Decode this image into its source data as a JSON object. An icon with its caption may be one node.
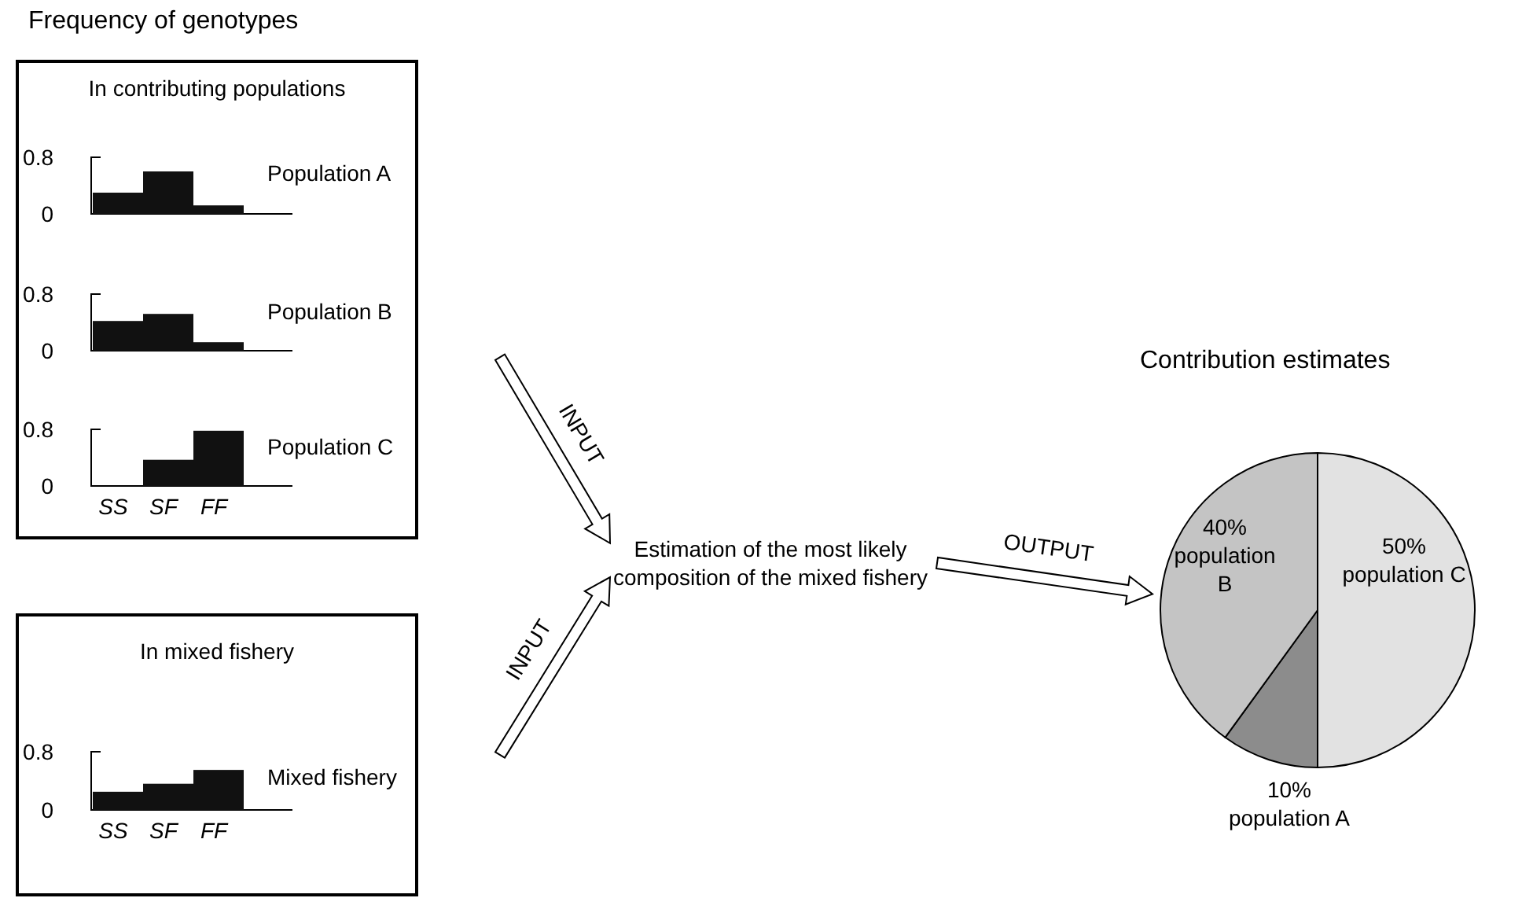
{
  "diagram": {
    "title": "Frequency of genotypes",
    "nodes": [
      {
        "text": [
          "In contributing populations",
          "0.8",
          "0",
          "Population A",
          "0.8",
          "0",
          "Population B",
          "0.8",
          "0",
          "Population C",
          "SS",
          "SF",
          "FF"
        ]
      },
      {
        "text": [
          "In mixed fishery",
          "0.8",
          "0",
          "Mixed fishery",
          "SS",
          "SF",
          "FF"
        ]
      },
      {
        "text": [
          "Estimation of the most likely composition of the mixed fishery"
        ]
      },
      {
        "text": [
          "Contribution estimates",
          "40% population B",
          "50% population C",
          "10% population A"
        ]
      }
    ],
    "edges": [
      {
        "from": 0,
        "to": 2,
        "arrow": "to",
        "label": "INPUT"
      },
      {
        "from": 1,
        "to": 2,
        "arrow": "to",
        "label": "INPUT"
      },
      {
        "from": 2,
        "to": 3,
        "arrow": "to",
        "label": "OUTPUT"
      }
    ]
  }
}
